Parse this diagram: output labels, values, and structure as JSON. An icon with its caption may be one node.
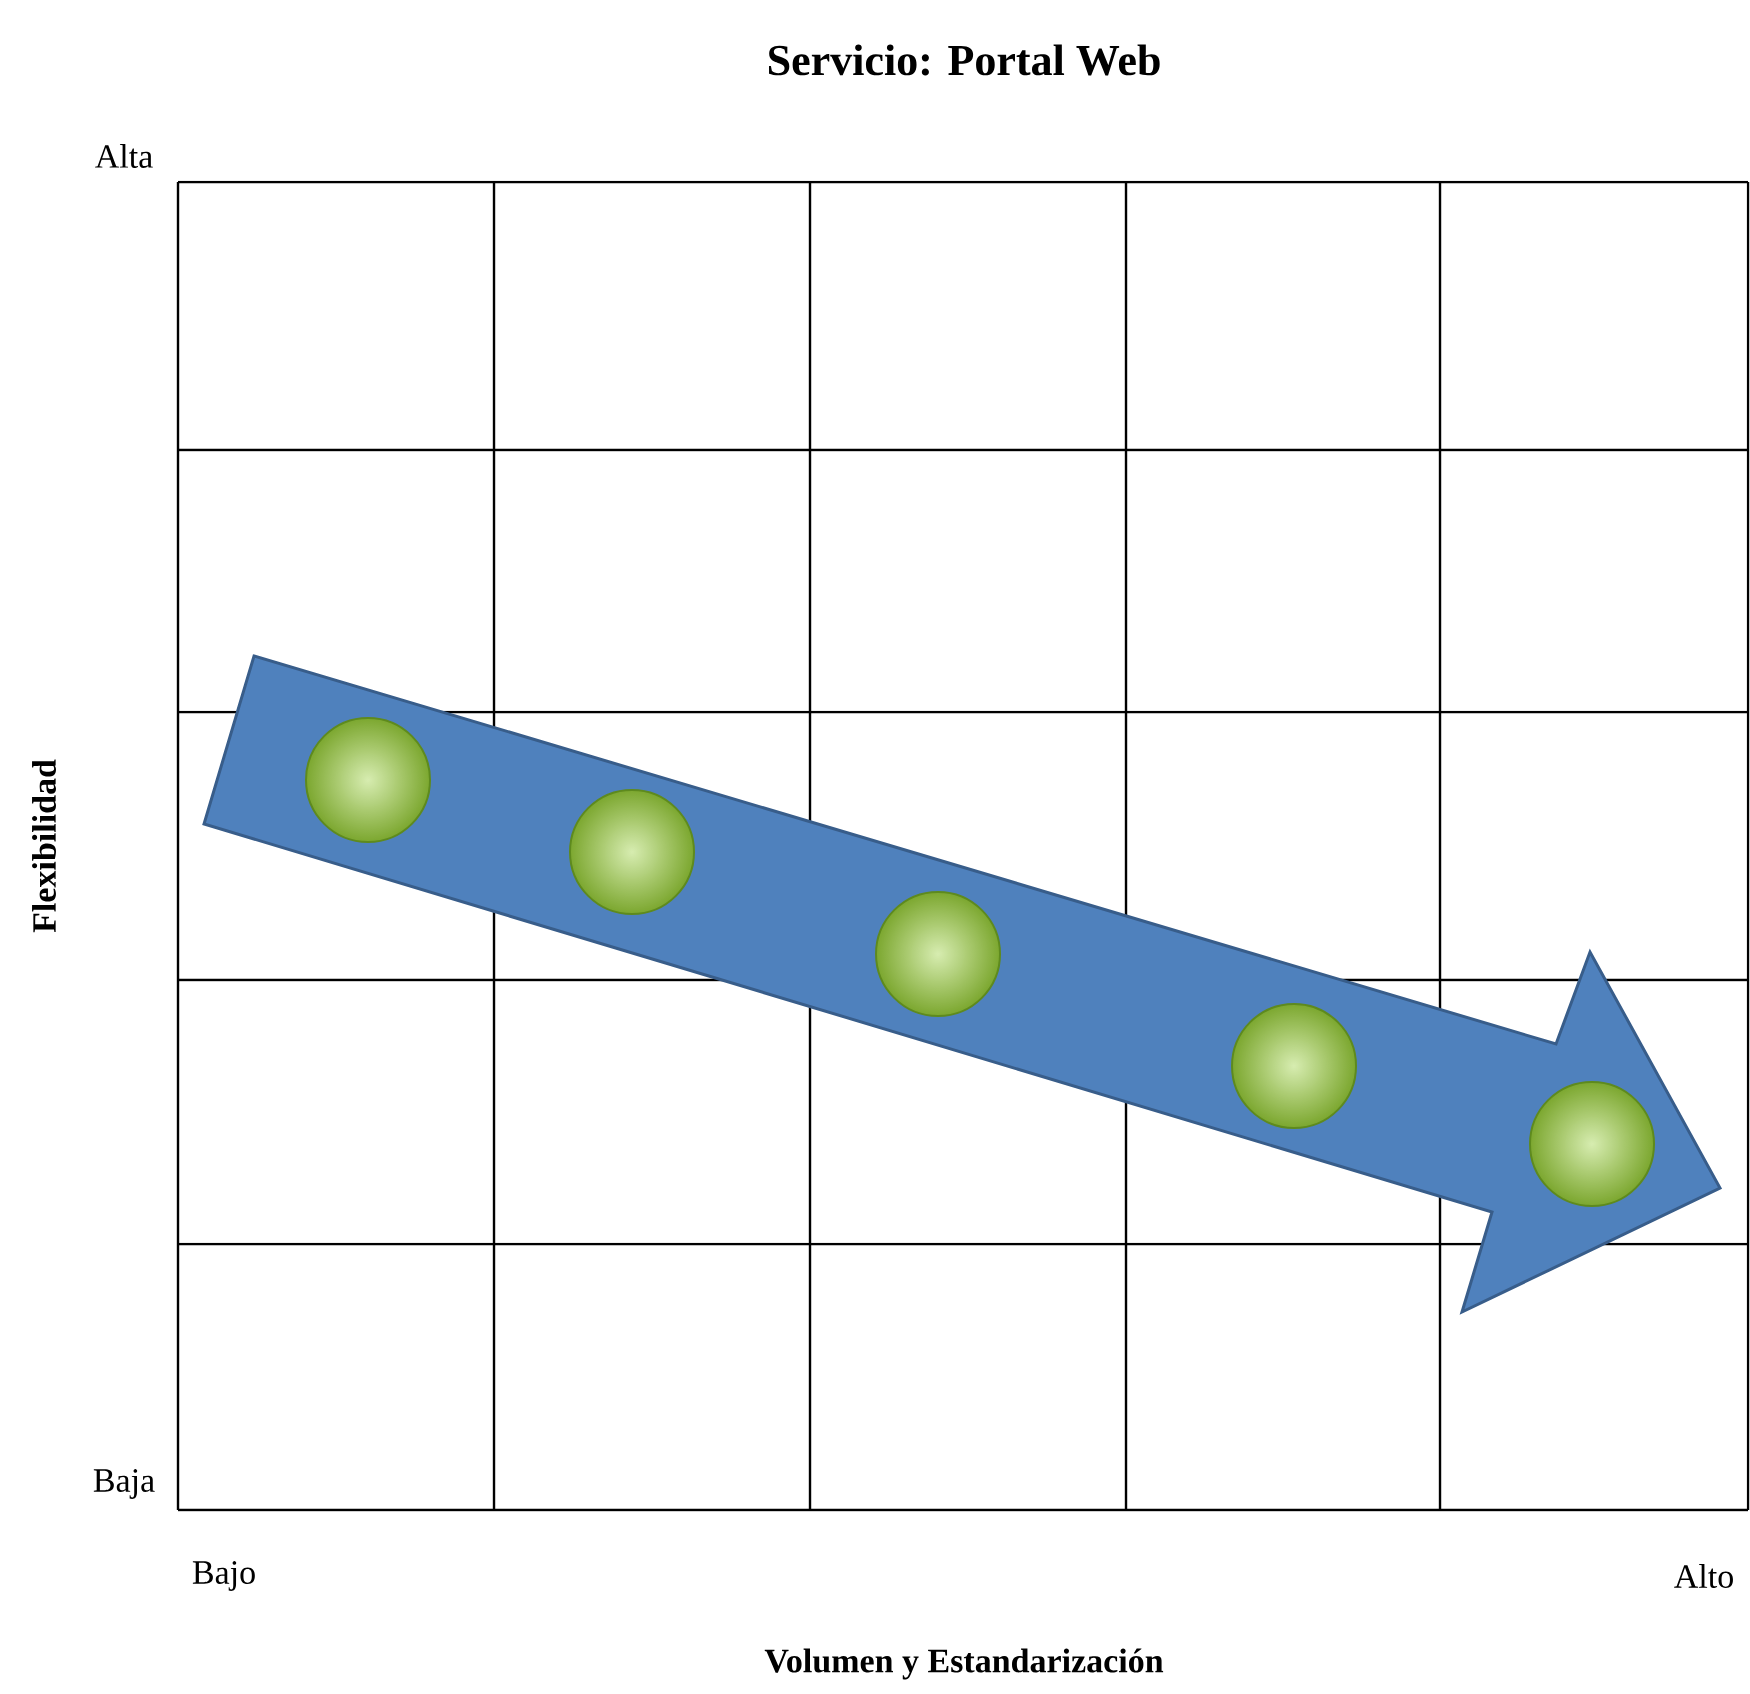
{
  "diagram": {
    "title": "Servicio: Portal Web",
    "nodes": [
      {
        "text": [],
        "shape": "circle"
      },
      {
        "text": [],
        "shape": "circle"
      },
      {
        "text": [],
        "shape": "circle"
      },
      {
        "text": [],
        "shape": "circle"
      },
      {
        "text": [],
        "shape": "circle"
      }
    ],
    "labels": [
      "Alta",
      "Baja",
      "Bajo",
      "Alto",
      "Volumen y Estandarización",
      "Flexibilidad"
    ]
  }
}
